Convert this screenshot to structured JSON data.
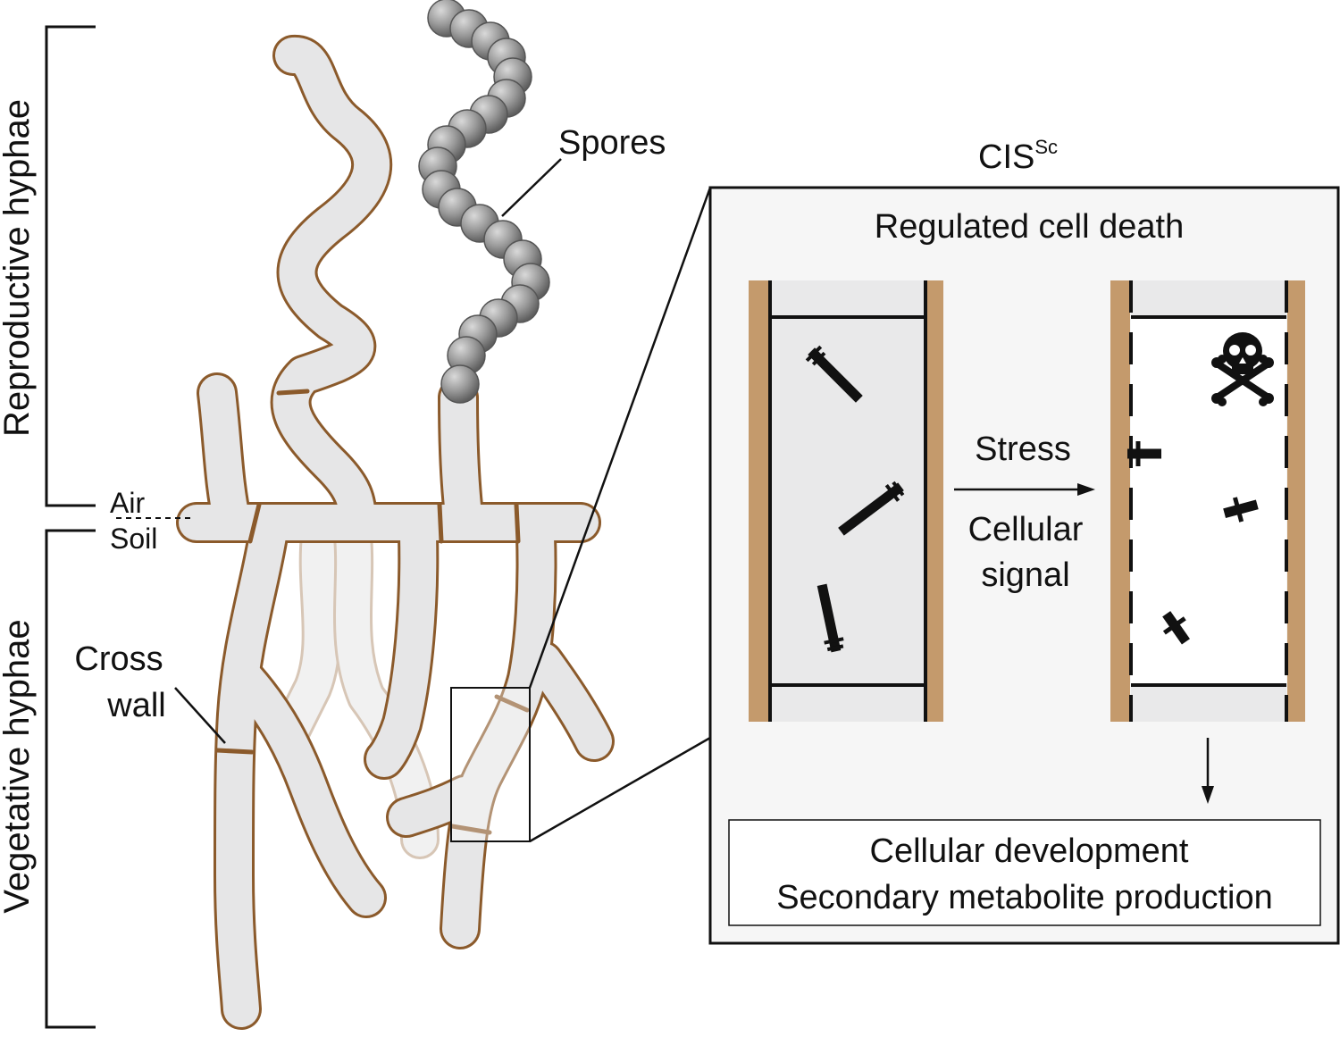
{
  "labels": {
    "reproductive_hyphae": "Reproductive  hyphae",
    "vegetative_hyphae": "Vegetative hyphae",
    "air": "Air",
    "soil": "Soil",
    "spores": "Spores",
    "cross_wall_line1": "Cross",
    "cross_wall_line2": "wall"
  },
  "inset": {
    "title_main": "CIS",
    "title_superscript": "Sc",
    "heading": "Regulated cell death",
    "arrow_label_top": "Stress",
    "arrow_label_bottom_line1": "Cellular",
    "arrow_label_bottom_line2": "signal",
    "outcome_line1": "Cellular development",
    "outcome_line2": "Secondary metabolite production",
    "death_symbol": "skull-and-crossbones"
  },
  "colors": {
    "hypha_fill": "#e6e6e7",
    "hypha_outline": "#8b5a2b",
    "cell_wall": "#c49a6c",
    "spore": "#8c8c8c",
    "panel_bg": "#f6f6f6",
    "ink": "#111111"
  }
}
